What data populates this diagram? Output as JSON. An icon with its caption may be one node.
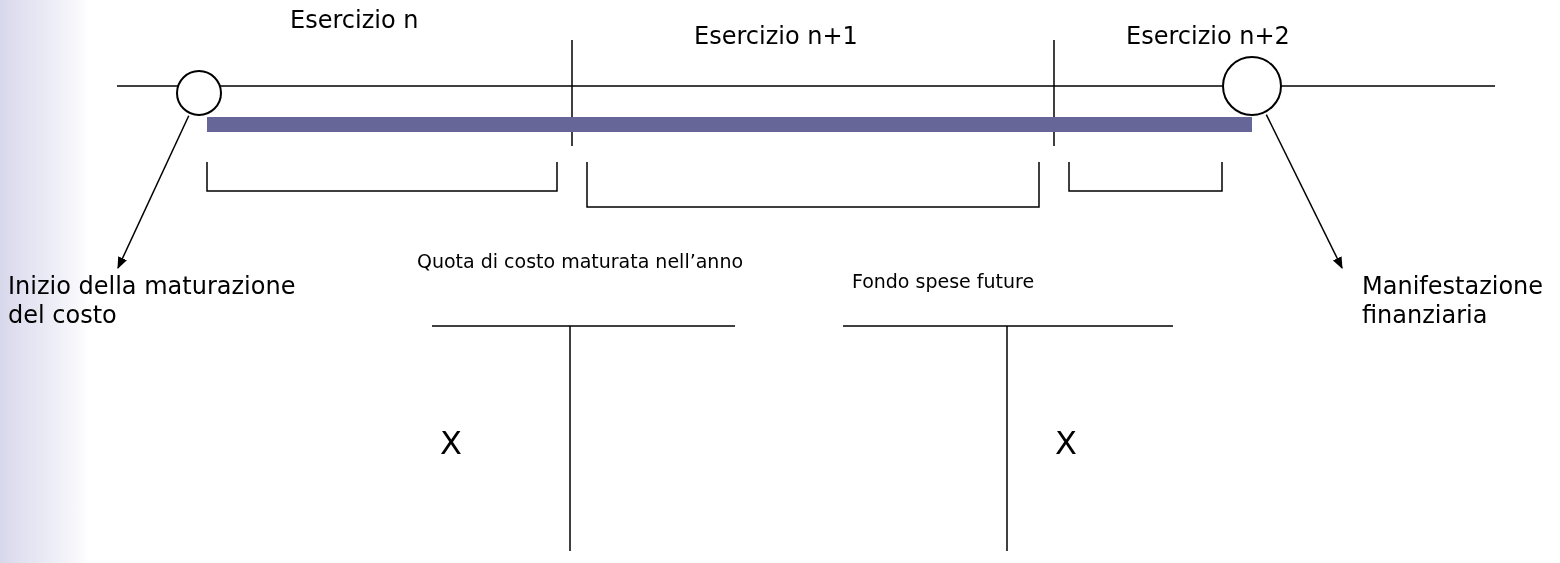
{
  "diagram": {
    "nodes": [
      {
        "text": [],
        "shape": "circle"
      },
      {
        "text": [],
        "shape": "circle"
      },
      {
        "text": [
          "Inizio della maturazione del costo"
        ]
      },
      {
        "text": [
          "Manifestazione finanziaria"
        ]
      }
    ],
    "edges": [
      {
        "from": 0,
        "to": 2,
        "arrow": "to"
      },
      {
        "from": 1,
        "to": 3,
        "arrow": "to"
      }
    ],
    "labels": [
      "Esercizio n",
      "Esercizio n+1",
      "Esercizio n+2",
      "Quota di costo maturata nell’anno",
      "Fondo spese future",
      "X",
      "X"
    ]
  }
}
